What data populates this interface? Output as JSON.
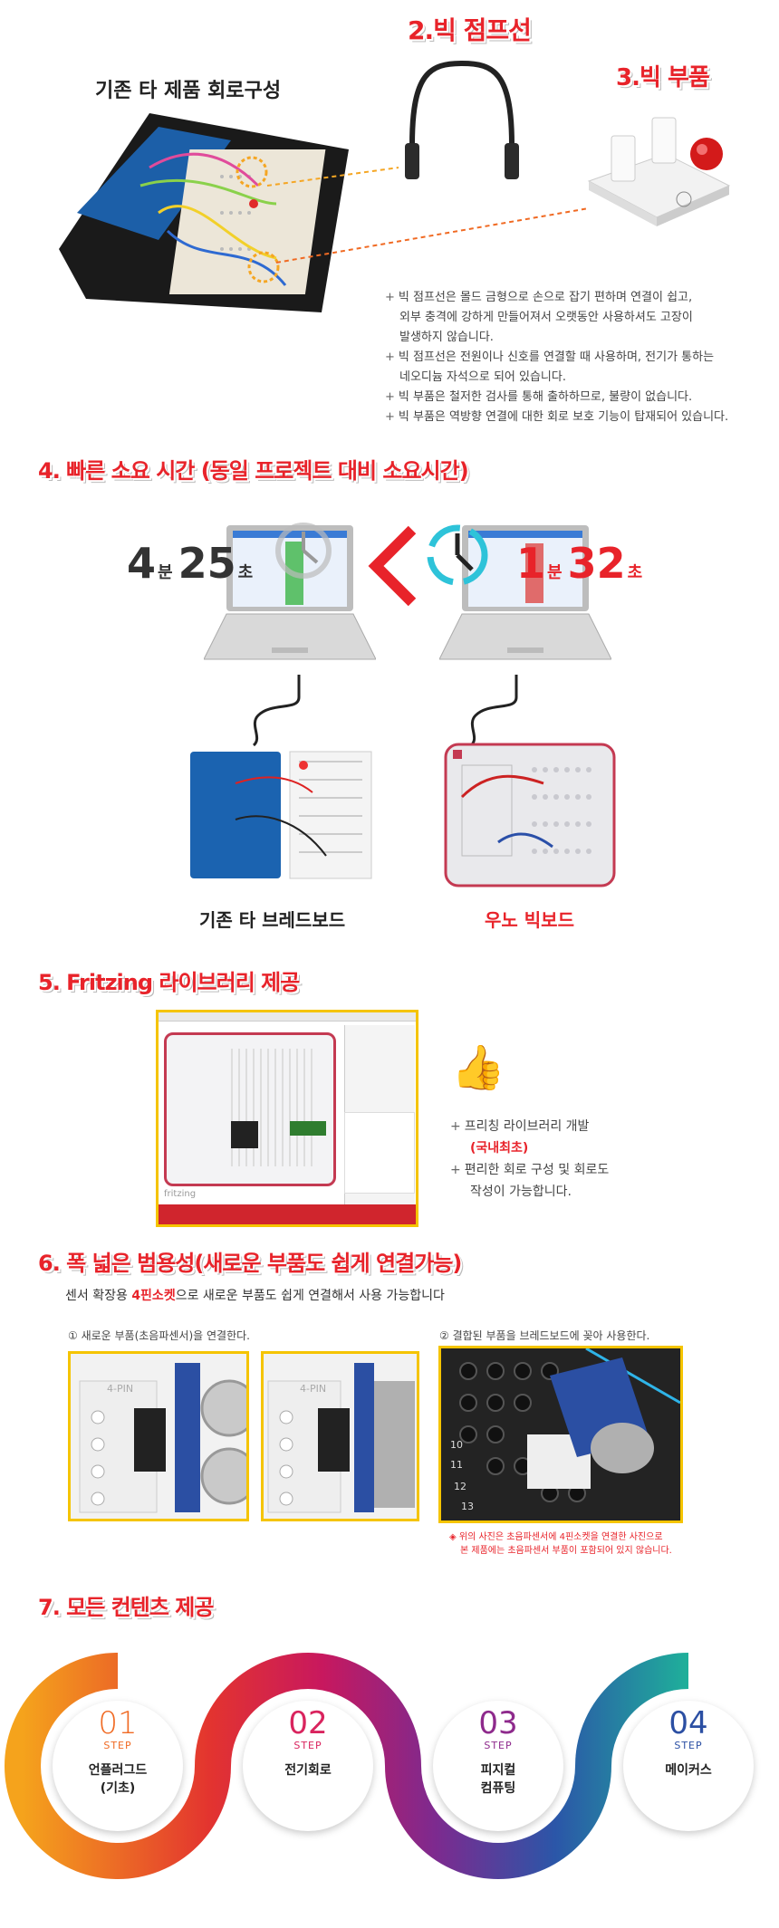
{
  "s1": {
    "heading": "기존 타 제품 회로구성",
    "t2": "2.빅 점프선",
    "t3": "3.빅 부품",
    "bullets": [
      "빅 점프선은  몰드 금형으로 손으로 잡기 편하며 연결이 쉽고,",
      "외부 충격에 강하게 만들어져서 오랫동안 사용하셔도 고장이",
      "발생하지 않습니다.",
      "빅 점프선은 전원이나 신호를 연결할 때 사용하며, 전기가 통하는",
      "네오디늄 자석으로 되어 있습니다.",
      "빅 부품은 철저한 검사를 통해 출하하므로, 불량이 없습니다.",
      "빅 부품은 역방향 연결에 대한 회로 보호 기능이 탑재되어 있습니다."
    ]
  },
  "s4": {
    "title": "4. 빠른 소요 시간 (동일 프로젝트 대비 소요시간)",
    "left_min": "4",
    "left_min_unit": "분",
    "left_sec": "25",
    "left_sec_unit": "초",
    "right_min": "1",
    "right_min_unit": "분",
    "right_sec": "32",
    "right_sec_unit": "초",
    "left_caption": "기존 타 브레드보드",
    "right_caption": "우노 빅보드"
  },
  "s5": {
    "title": "5. Fritzing 라이브러리 제공",
    "line1": "프리칭 라이브러리 개발",
    "line1b": "(국내최초)",
    "line2": "편리한 회로 구성 및 회로도",
    "line2b": "작성이 가능합니다.",
    "screen_label": "fritzing"
  },
  "s6": {
    "title": "6. 폭 넓은 범용성(새로운 부품도 쉽게 연결가능)",
    "sub_pre": "센서 확장용 ",
    "sub_em": "4핀소켓",
    "sub_post": "으로 새로운 부품도 쉽게 연결해서 사용 가능합니다",
    "cap1": "① 새로운 부품(초음파센서)을 연결한다.",
    "cap2": "② 결합된 부품을 브레드보드에 꽂아 사용한다.",
    "pin_label": "4-PIN",
    "rows": [
      "10",
      "11",
      "12",
      "13"
    ],
    "note1": "◈ 위의 사진은 초음파센서에 4핀소켓을  연결한 사진으로",
    "note2": "본 제품에는 초음파센서 부품이 포함되어 있지 않습니다."
  },
  "s7": {
    "title": "7. 모든 컨텐츠 제공",
    "steps": [
      {
        "num": "01",
        "word": "STEP",
        "l1": "언플러그드",
        "l2": "(기초)",
        "color": "#f06a23"
      },
      {
        "num": "02",
        "word": "STEP",
        "l1": "전기회로",
        "l2": "",
        "color": "#d9245e"
      },
      {
        "num": "03",
        "word": "STEP",
        "l1": "피지컬",
        "l2": "컴퓨팅",
        "color": "#8e2a8c"
      },
      {
        "num": "04",
        "word": "STEP",
        "l1": "메이커스",
        "l2": "",
        "color": "#2b4fa3"
      }
    ]
  }
}
